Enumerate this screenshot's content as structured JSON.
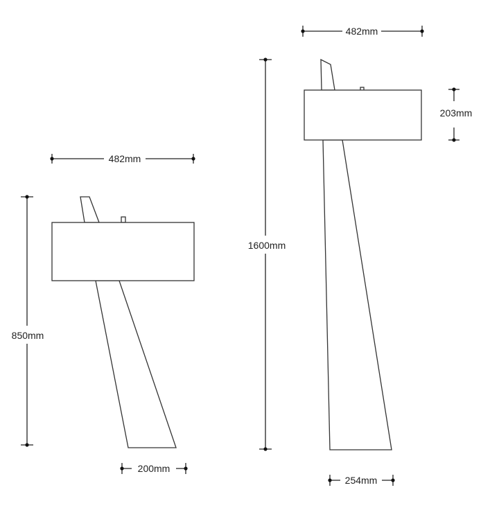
{
  "title": "Lamp dimensions",
  "table_lamp": {
    "shade_width": "482mm",
    "height": "850mm",
    "base_width": "200mm"
  },
  "floor_lamp": {
    "shade_width": "482mm",
    "shade_height": "203mm",
    "height": "1600mm",
    "base_width": "254mm"
  },
  "colors": {
    "line": "#222222",
    "background": "#ffffff"
  }
}
